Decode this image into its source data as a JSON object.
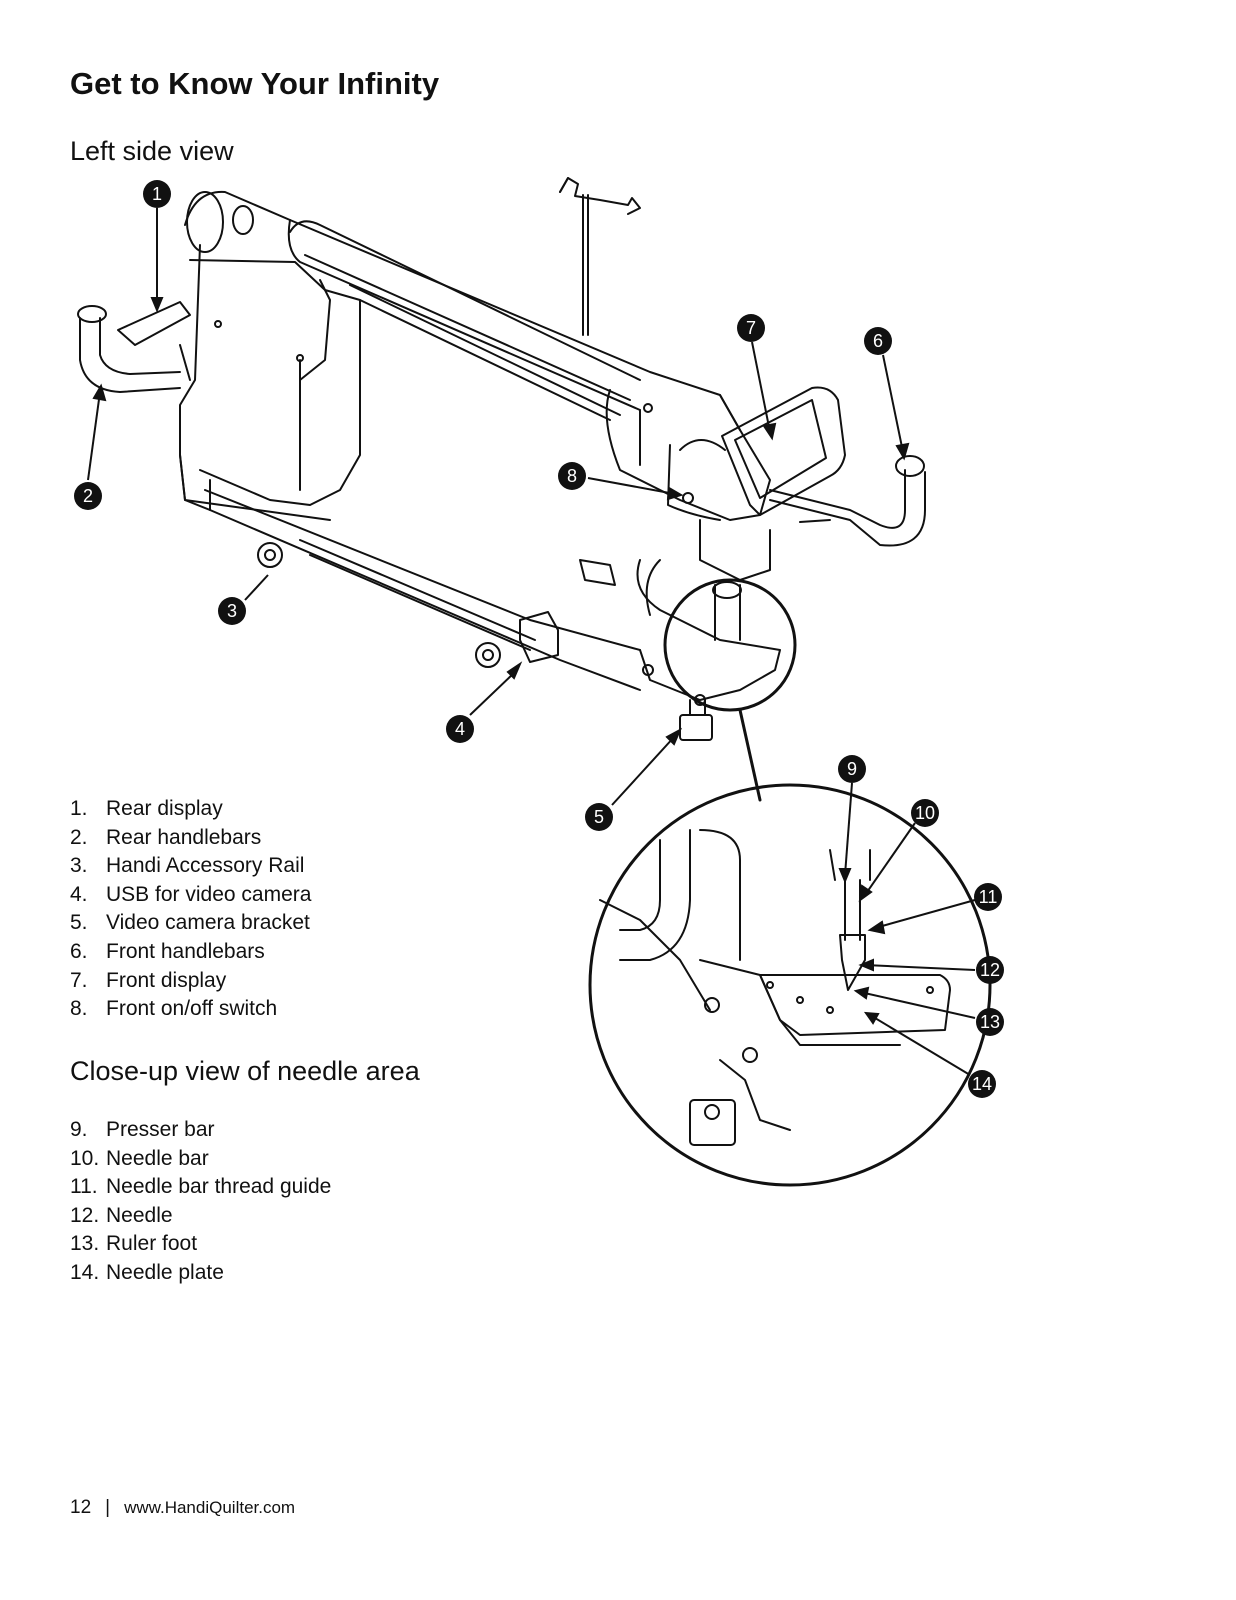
{
  "page_title": "Get to Know Your Infinity",
  "section_left": {
    "heading": "Left side view",
    "items": [
      {
        "num": "1.",
        "label": "Rear display"
      },
      {
        "num": "2.",
        "label": "Rear handlebars"
      },
      {
        "num": "3.",
        "label": "Handi Accessory Rail"
      },
      {
        "num": "4.",
        "label": "USB for video camera"
      },
      {
        "num": "5.",
        "label": "Video camera bracket"
      },
      {
        "num": "6.",
        "label": "Front handlebars"
      },
      {
        "num": "7.",
        "label": "Front display"
      },
      {
        "num": "8.",
        "label": "Front on/off switch"
      }
    ]
  },
  "section_closeup": {
    "heading": "Close-up view of needle area",
    "items": [
      {
        "num": "9.",
        "label": "Presser bar"
      },
      {
        "num": "10.",
        "label": "Needle bar"
      },
      {
        "num": "11.",
        "label": "Needle bar thread guide"
      },
      {
        "num": "12.",
        "label": "Needle"
      },
      {
        "num": "13.",
        "label": "Ruler foot"
      },
      {
        "num": "14.",
        "label": "Needle plate"
      }
    ]
  },
  "callouts": [
    "1",
    "2",
    "3",
    "4",
    "5",
    "6",
    "7",
    "8",
    "9",
    "10",
    "11",
    "12",
    "13",
    "14"
  ],
  "footer": {
    "page_number": "12",
    "separator": "|",
    "website": "www.HandiQuilter.com"
  }
}
